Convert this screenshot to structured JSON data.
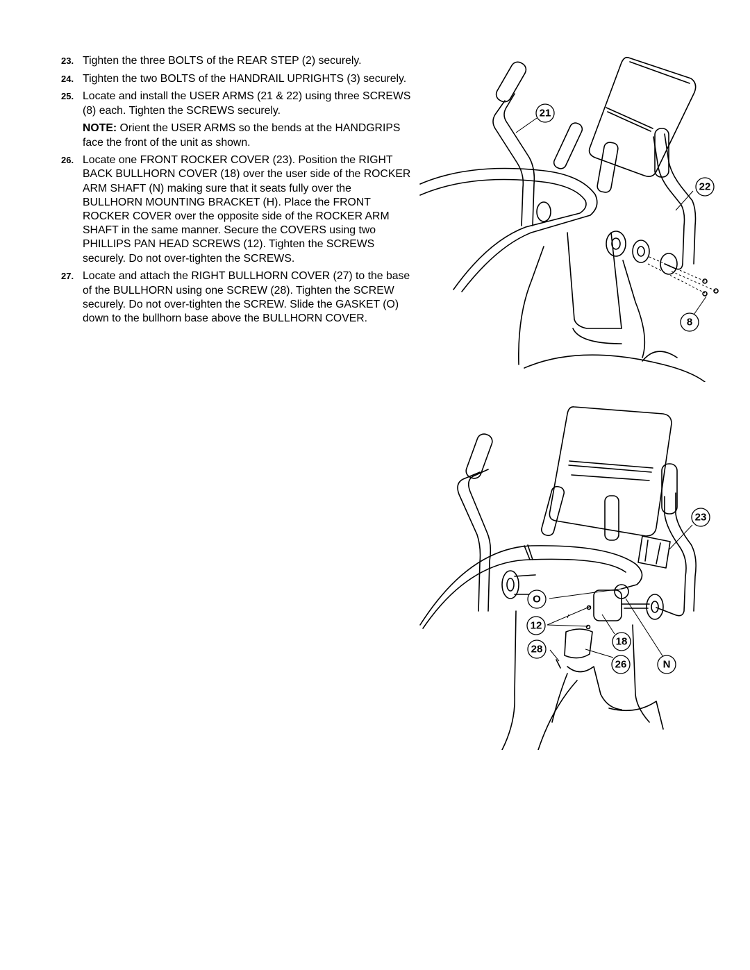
{
  "steps": [
    {
      "num": "23.",
      "text": "Tighten the three BOLTS of the REAR STEP (2) securely."
    },
    {
      "num": "24.",
      "text": "Tighten the two BOLTS of the HANDRAIL UPRIGHTS (3) securely."
    },
    {
      "num": "25.",
      "text": "Locate and install the USER ARMS (21 & 22) using three SCREWS (8) each. Tighten the SCREWS securely."
    },
    {
      "num": "26.",
      "text": "Locate one FRONT ROCKER COVER (23). Position the RIGHT BACK BULLHORN COVER (18) over the user side of the ROCKER ARM SHAFT (N) making sure that it seats fully over the BULLHORN MOUNTING BRACKET (H). Place the FRONT ROCKER COVER over the opposite side of the ROCKER ARM SHAFT in the same manner. Secure the COVERS using two PHILLIPS PAN HEAD SCREWS (12). Tighten the SCREWS securely. Do not over-tighten the SCREWS."
    },
    {
      "num": "27.",
      "text": "Locate and attach the RIGHT BULLHORN COVER (27) to the base of the BULLHORN using one SCREW (28). Tighten the SCREW securely. Do not over-tighten the SCREW. Slide the GASKET (O) down to the bullhorn base above the BULLHORN COVER."
    }
  ],
  "note": {
    "label": "NOTE:",
    "text": " Orient the USER ARMS so the bends at the HANDGRIPS face the front of the unit as shown."
  },
  "figure1": {
    "callouts": [
      "21",
      "22",
      "8"
    ]
  },
  "figure2": {
    "callouts": [
      "23",
      "O",
      "12",
      "18",
      "28",
      "26",
      "N"
    ]
  }
}
